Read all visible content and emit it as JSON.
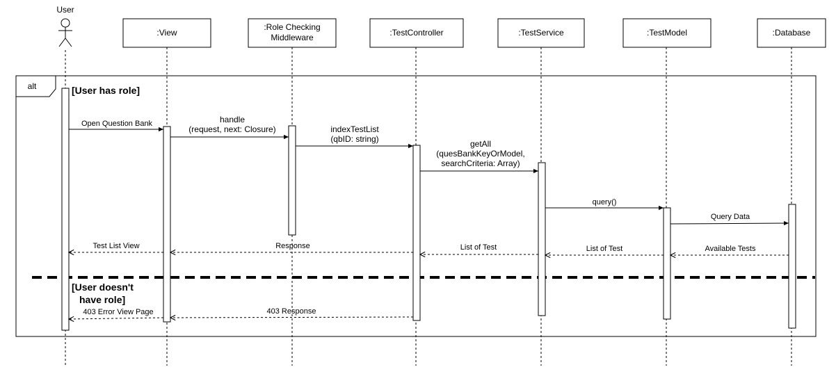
{
  "actor": {
    "label": "User"
  },
  "participants": [
    {
      "id": "view",
      "line1": ":View",
      "line2": ""
    },
    {
      "id": "middleware",
      "line1": ":Role Checking",
      "line2": "Middleware"
    },
    {
      "id": "controller",
      "line1": ":TestController",
      "line2": ""
    },
    {
      "id": "service",
      "line1": ":TestService",
      "line2": ""
    },
    {
      "id": "model",
      "line1": ":TestModel",
      "line2": ""
    },
    {
      "id": "database",
      "line1": ":Database",
      "line2": ""
    }
  ],
  "fragment": {
    "operator": "alt",
    "guard1": "[User has role]",
    "guard2_line1": "[User doesn't",
    "guard2_line2": "have role]"
  },
  "messages": [
    {
      "id": "m1",
      "type": "sync",
      "lines": [
        "Open Question Bank"
      ]
    },
    {
      "id": "m2",
      "type": "sync",
      "lines": [
        "handle",
        "(request, next: Closure)"
      ]
    },
    {
      "id": "m3",
      "type": "sync",
      "lines": [
        "indexTestList",
        "(qbID: string)"
      ]
    },
    {
      "id": "m4",
      "type": "sync",
      "lines": [
        "getAll",
        "(quesBankKeyOrModel,",
        "searchCriteria: Array)"
      ]
    },
    {
      "id": "m5",
      "type": "sync",
      "lines": [
        "query()"
      ]
    },
    {
      "id": "m6",
      "type": "sync",
      "lines": [
        "Query Data"
      ]
    },
    {
      "id": "r1",
      "type": "return",
      "lines": [
        "Available Tests"
      ]
    },
    {
      "id": "r2",
      "type": "return",
      "lines": [
        "List of Test"
      ]
    },
    {
      "id": "r3",
      "type": "return",
      "lines": [
        "List of Test"
      ]
    },
    {
      "id": "r4",
      "type": "return",
      "lines": [
        "Response"
      ]
    },
    {
      "id": "r5",
      "type": "return",
      "lines": [
        "Test List View"
      ]
    },
    {
      "id": "r6",
      "type": "return",
      "lines": [
        "403 Response"
      ]
    },
    {
      "id": "r7",
      "type": "return",
      "lines": [
        "403 Error View Page"
      ]
    }
  ]
}
